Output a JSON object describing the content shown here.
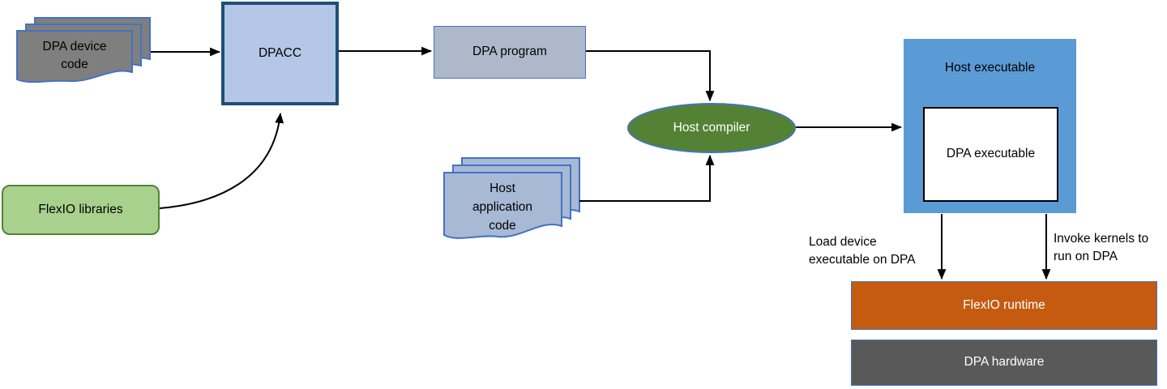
{
  "diagram": {
    "background": "#FFFFFF",
    "connector_color": "#000000",
    "nodes": {
      "dpa_device_code": {
        "label": "DPA device code",
        "shape": "document-stack",
        "fill": "#7F7F7F",
        "border": "#4472C4",
        "text_color": "#000000"
      },
      "dpacc": {
        "label": "DPACC",
        "shape": "rect",
        "fill": "#B4C7E7",
        "border": "#1F4E79",
        "text_color": "#000000"
      },
      "dpa_program": {
        "label": "DPA program",
        "shape": "rect",
        "fill": "#ADB9CA",
        "border": "#4472C4",
        "text_color": "#000000"
      },
      "flexio_libraries": {
        "label": "FlexIO libraries",
        "shape": "rounded-rect",
        "fill": "#A9D18E",
        "border": "#538135",
        "text_color": "#000000"
      },
      "host_compiler": {
        "label": "Host compiler",
        "shape": "ellipse",
        "fill": "#548235",
        "border": "#4472C4",
        "text_color": "#FFFFFF"
      },
      "host_application_code": {
        "label": "Host application code",
        "shape": "document-stack",
        "fill": "#A8B9D6",
        "border": "#4472C4",
        "text_color": "#000000"
      },
      "host_executable": {
        "label": "Host executable",
        "shape": "rect",
        "fill": "#5B9BD5",
        "text_color": "#000000"
      },
      "dpa_executable": {
        "label": "DPA executable",
        "shape": "rect",
        "fill": "#FFFFFF",
        "border": "#000000",
        "text_color": "#000000"
      },
      "flexio_runtime": {
        "label": "FlexIO runtime",
        "shape": "rect",
        "fill": "#C55A11",
        "border": "#4472C4",
        "text_color": "#FFFFFF"
      },
      "dpa_hardware": {
        "label": "DPA hardware",
        "shape": "rect",
        "fill": "#595959",
        "border": "#4472C4",
        "text_color": "#FFFFFF"
      }
    },
    "edges": [
      {
        "from": "DPA device code",
        "to": "DPACC"
      },
      {
        "from": "DPACC",
        "to": "DPA program"
      },
      {
        "from": "FlexIO libraries",
        "to": "DPACC"
      },
      {
        "from": "DPA program",
        "to": "Host compiler"
      },
      {
        "from": "Host application code",
        "to": "Host compiler"
      },
      {
        "from": "Host compiler",
        "to": "Host executable"
      },
      {
        "from": "Host executable",
        "to": "FlexIO runtime",
        "label": "Load device executable on DPA"
      },
      {
        "from": "Host executable",
        "to": "FlexIO runtime",
        "label": "Invoke kernels to run on DPA"
      }
    ]
  }
}
